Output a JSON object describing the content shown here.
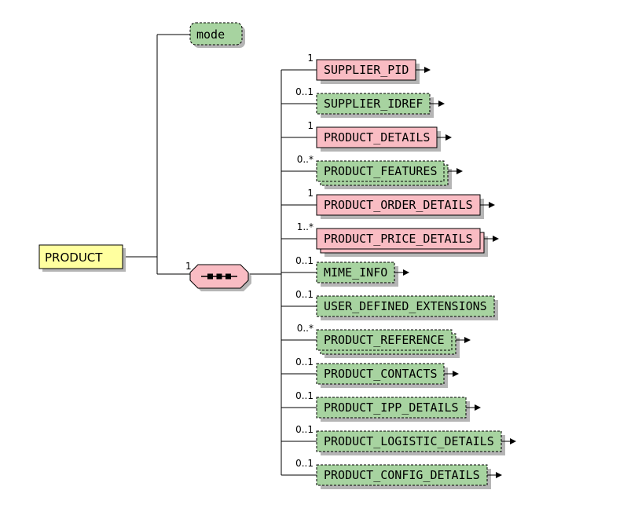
{
  "colors": {
    "required_fill": "#f9bcc3",
    "optional_fill": "#a7d3a0",
    "root_fill": "#ffff9f",
    "sequence_fill": "#f9bcc3",
    "line": "#000000",
    "shadow": "#b5b5b5"
  },
  "root": {
    "label": "PRODUCT"
  },
  "attribute": {
    "label": "mode"
  },
  "sequence": {
    "cardinality": "1",
    "icon": "sequence-compositor-icon"
  },
  "children": [
    {
      "label": "SUPPLIER_PID",
      "cardinality": "1",
      "required": true,
      "multi": false,
      "has_children": true
    },
    {
      "label": "SUPPLIER_IDREF",
      "cardinality": "0..1",
      "required": false,
      "multi": false,
      "has_children": true
    },
    {
      "label": "PRODUCT_DETAILS",
      "cardinality": "1",
      "required": true,
      "multi": false,
      "has_children": true
    },
    {
      "label": "PRODUCT_FEATURES",
      "cardinality": "0..*",
      "required": false,
      "multi": true,
      "has_children": true
    },
    {
      "label": "PRODUCT_ORDER_DETAILS",
      "cardinality": "1",
      "required": true,
      "multi": false,
      "has_children": true
    },
    {
      "label": "PRODUCT_PRICE_DETAILS",
      "cardinality": "1..*",
      "required": true,
      "multi": true,
      "has_children": true
    },
    {
      "label": "MIME_INFO",
      "cardinality": "0..1",
      "required": false,
      "multi": false,
      "has_children": true
    },
    {
      "label": "USER_DEFINED_EXTENSIONS",
      "cardinality": "0..1",
      "required": false,
      "multi": false,
      "has_children": false
    },
    {
      "label": "PRODUCT_REFERENCE",
      "cardinality": "0..*",
      "required": false,
      "multi": true,
      "has_children": true
    },
    {
      "label": "PRODUCT_CONTACTS",
      "cardinality": "0..1",
      "required": false,
      "multi": false,
      "has_children": true
    },
    {
      "label": "PRODUCT_IPP_DETAILS",
      "cardinality": "0..1",
      "required": false,
      "multi": false,
      "has_children": true
    },
    {
      "label": "PRODUCT_LOGISTIC_DETAILS",
      "cardinality": "0..1",
      "required": false,
      "multi": false,
      "has_children": true
    },
    {
      "label": "PRODUCT_CONFIG_DETAILS",
      "cardinality": "0..1",
      "required": false,
      "multi": false,
      "has_children": true
    }
  ]
}
